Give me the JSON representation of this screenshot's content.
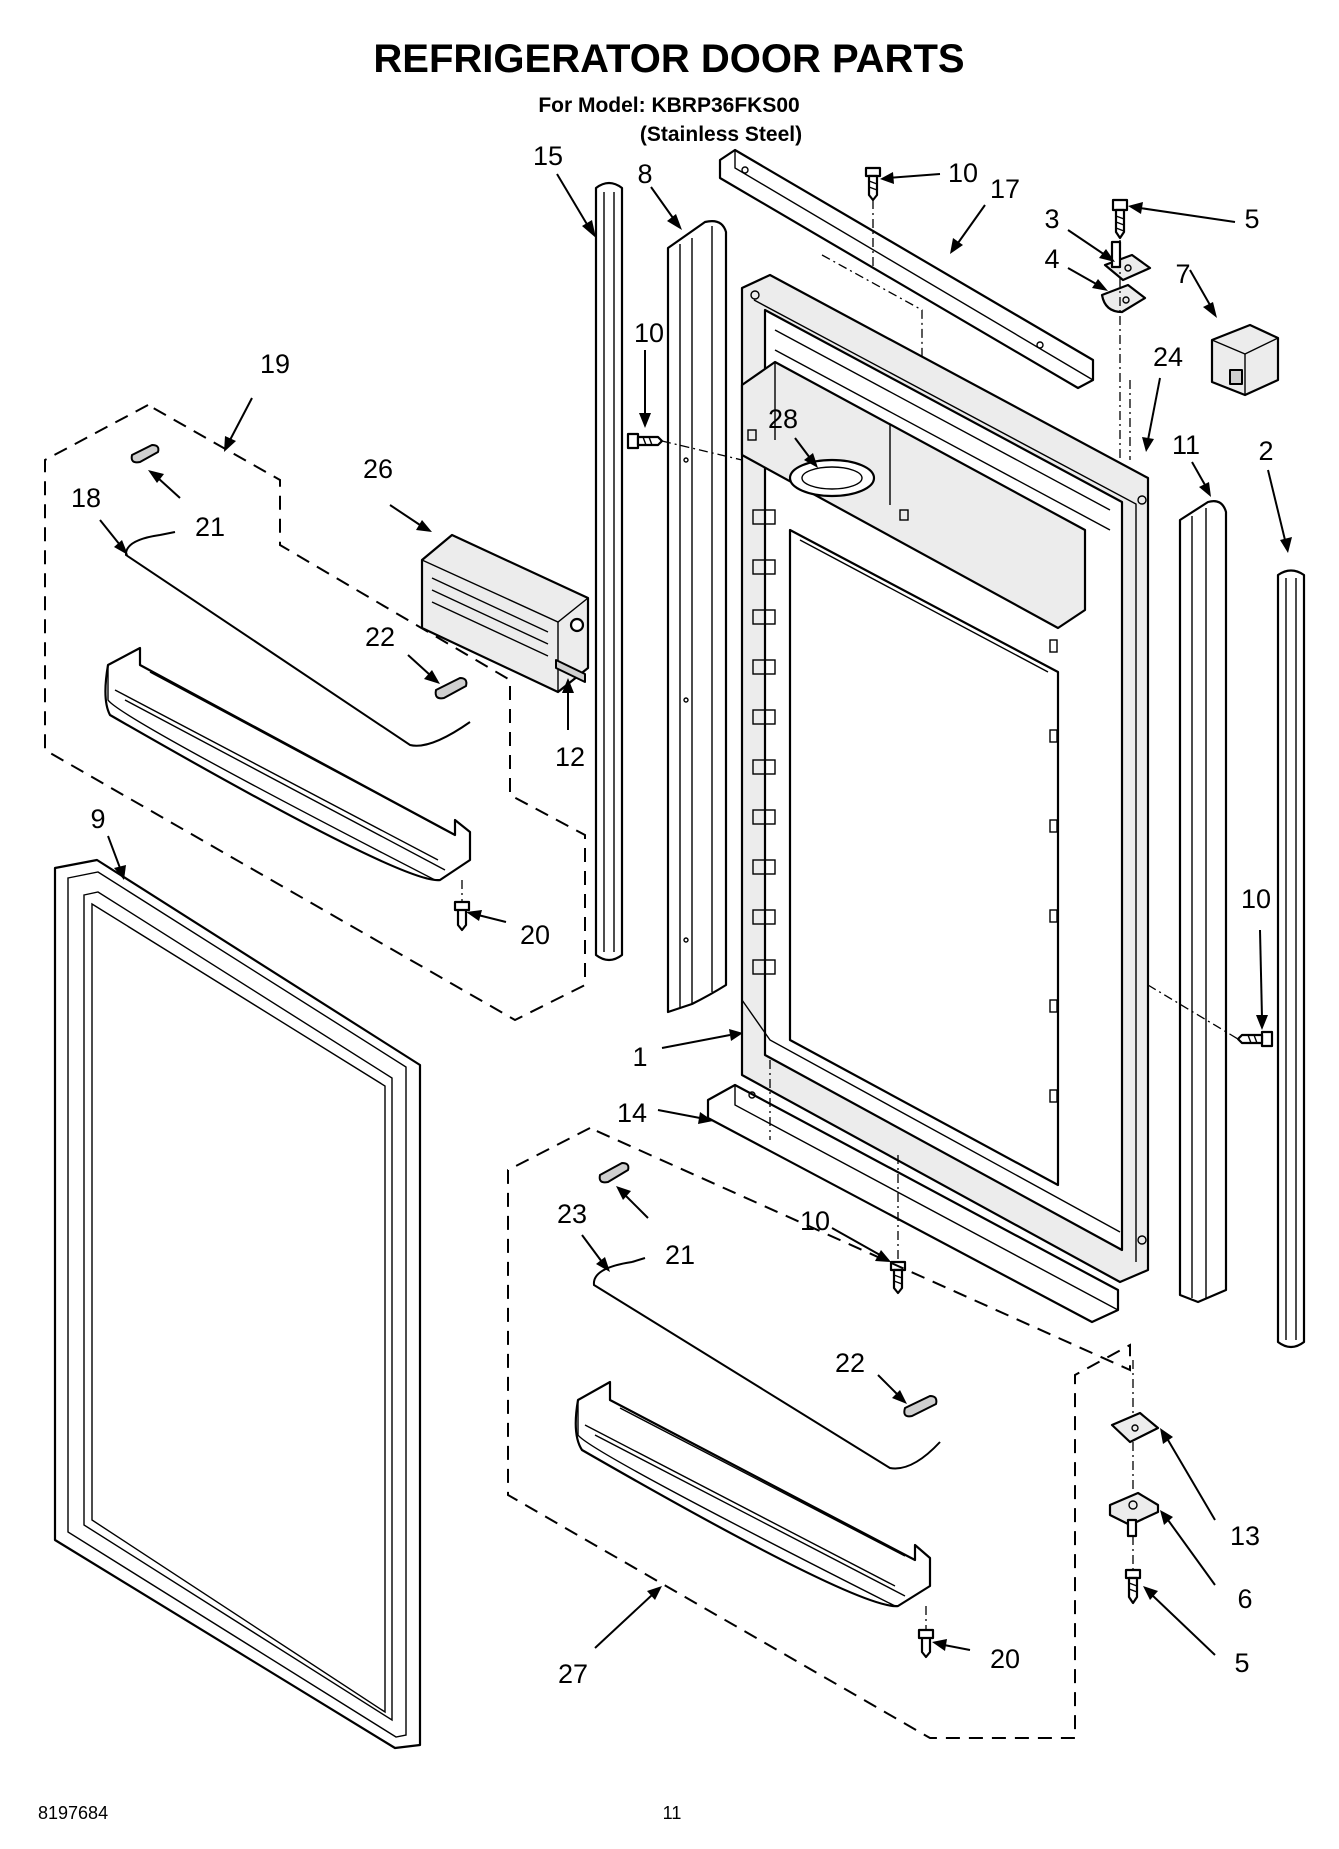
{
  "header": {
    "title": "REFRIGERATOR DOOR PARTS",
    "model_line": "For Model: KBRP36FKS00",
    "finish_line": "(Stainless Steel)"
  },
  "footer": {
    "doc_number": "8197684",
    "page_number": "11"
  },
  "callouts": {
    "c15": "15",
    "c8": "8",
    "c10a": "10",
    "c17": "17",
    "c3": "3",
    "c5a": "5",
    "c4": "4",
    "c7": "7",
    "c19": "19",
    "c10b": "10",
    "c28": "28",
    "c24": "24",
    "c11": "11",
    "c2": "2",
    "c18": "18",
    "c21a": "21",
    "c26": "26",
    "c22a": "22",
    "c12": "12",
    "c9": "9",
    "c20a": "20",
    "c10c": "10",
    "c1": "1",
    "c14": "14",
    "c23": "23",
    "c21b": "21",
    "c10d": "10",
    "c22b": "22",
    "c13": "13",
    "c6": "6",
    "c5b": "5",
    "c20b": "20",
    "c27": "27"
  }
}
